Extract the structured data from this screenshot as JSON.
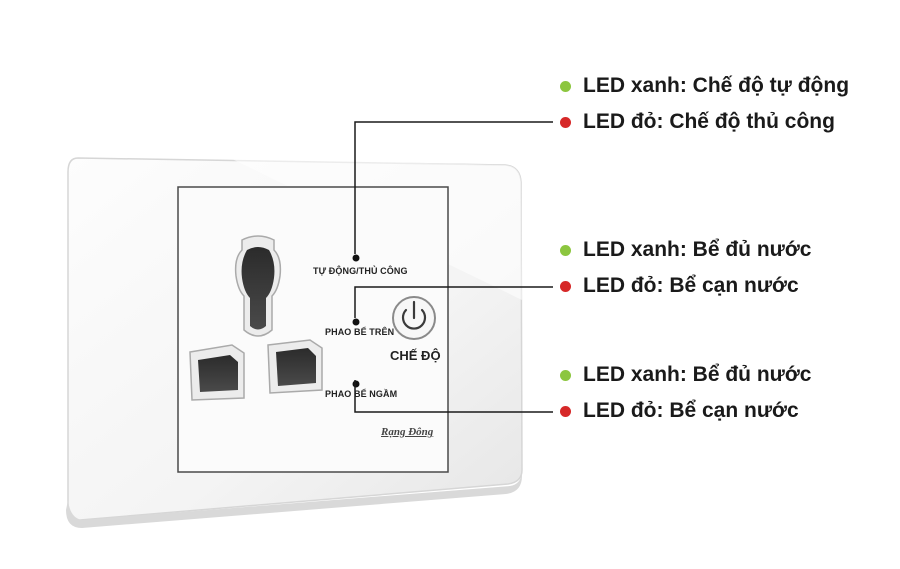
{
  "panel": {
    "labels": {
      "auto_manual": "TỰ ĐỘNG/THỦ CÔNG",
      "upper_float": "PHAO BỂ TRÊN",
      "ground_float": "PHAO BỂ NGẦM",
      "mode_button": "CHẾ ĐỘ"
    },
    "brand": "Rạng Đông"
  },
  "legend_groups": [
    {
      "items": [
        {
          "text": "LED xanh: Chế độ tự động",
          "color": "#8cc63f"
        },
        {
          "text": "LED đỏ: Chế độ thủ công",
          "color": "#d62828"
        }
      ]
    },
    {
      "items": [
        {
          "text": "LED xanh: Bể đủ nước",
          "color": "#8cc63f"
        },
        {
          "text": "LED đỏ: Bể cạn nước",
          "color": "#d62828"
        }
      ]
    },
    {
      "items": [
        {
          "text": "LED xanh: Bể đủ nước",
          "color": "#8cc63f"
        },
        {
          "text": "LED đỏ: Bể cạn nước",
          "color": "#d62828"
        }
      ]
    }
  ],
  "colors": {
    "led_green": "#8cc63f",
    "led_red": "#d62828",
    "leader_line": "#1a1a1a"
  },
  "icons": {
    "mode_button": "power-icon"
  }
}
